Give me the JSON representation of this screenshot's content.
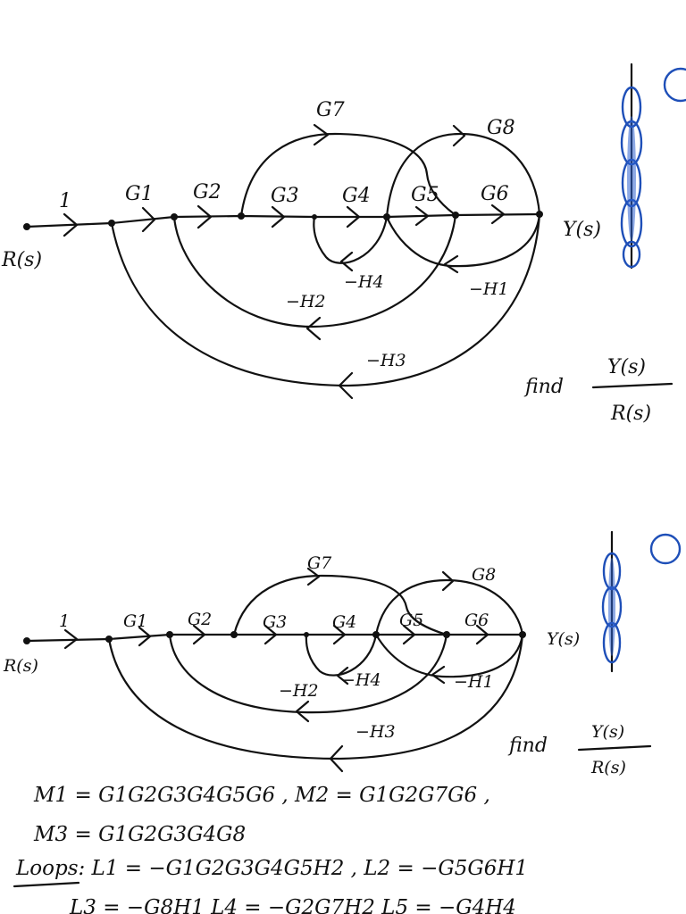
{
  "diagram1": {
    "labels": {
      "input": "R(s)",
      "unity": "1",
      "g1": "G1",
      "g2": "G2",
      "g3": "G3",
      "g4": "G4",
      "g5": "G5",
      "g6": "G6",
      "g7": "G7",
      "g8": "G8",
      "output": "Y(s)",
      "h4": "−H4",
      "h1": "−H1",
      "h2": "−H2",
      "h3": "−H3"
    },
    "find": "find",
    "tf_num": "Y(s)",
    "tf_den": "R(s)"
  },
  "diagram2": {
    "labels": {
      "input": "R(s)",
      "unity": "1",
      "g1": "G1",
      "g2": "G2",
      "g3": "G3",
      "g4": "G4",
      "g5": "G5",
      "g6": "G6",
      "g7": "G7",
      "g8": "G8",
      "output": "Y(s)",
      "h4": "−H4",
      "h1": "−H1",
      "h2": "−H2",
      "h3": "−H3"
    },
    "find": "find",
    "tf_num": "Y(s)",
    "tf_den": "R(s)"
  },
  "notes": {
    "line1": "M1 = G1G2G3G4G5G6 ,  M2 = G1G2G7G6 ,",
    "line2": "M3 = G1G2G3G4G8",
    "line3": "Loops: L1 = −G1G2G3G4G5H2 ,  L2 = −G5G6H1",
    "line4": "L3 = −G8H1   L4 = −G2G7H2   L5 = −G4H4"
  }
}
